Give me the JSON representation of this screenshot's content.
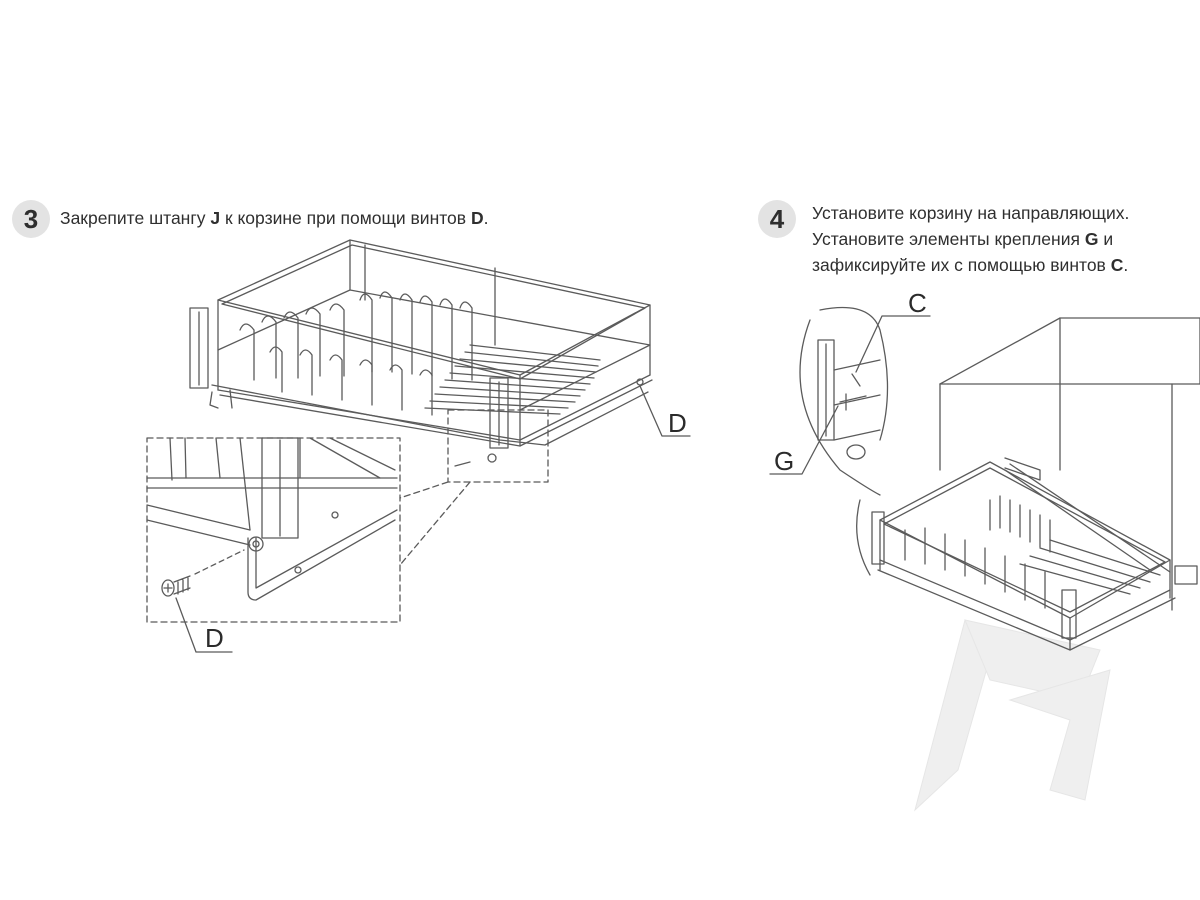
{
  "colors": {
    "line": "#5b5b5b",
    "badge_bg": "#e3e3e3",
    "watermark": "#efefef"
  },
  "step3": {
    "number": "3",
    "text_before": "Закрепите штангу ",
    "key_j": "J",
    "text_middle": " к корзине при помощи винтов ",
    "key_d": "D",
    "text_after": "."
  },
  "step4": {
    "number": "4",
    "line1": "Установите корзину на направляющих.",
    "line2_before": "Установите элементы крепления ",
    "key_g": "G",
    "line2_after": " и",
    "line3_before": "зафиксируйте их с помощью винтов ",
    "key_c": "C",
    "line3_after": "."
  },
  "labels": {
    "d_top": "D",
    "d_bottom": "D",
    "c": "C",
    "g": "G"
  },
  "icons": {
    "watermark": "brand-logo-icon"
  }
}
